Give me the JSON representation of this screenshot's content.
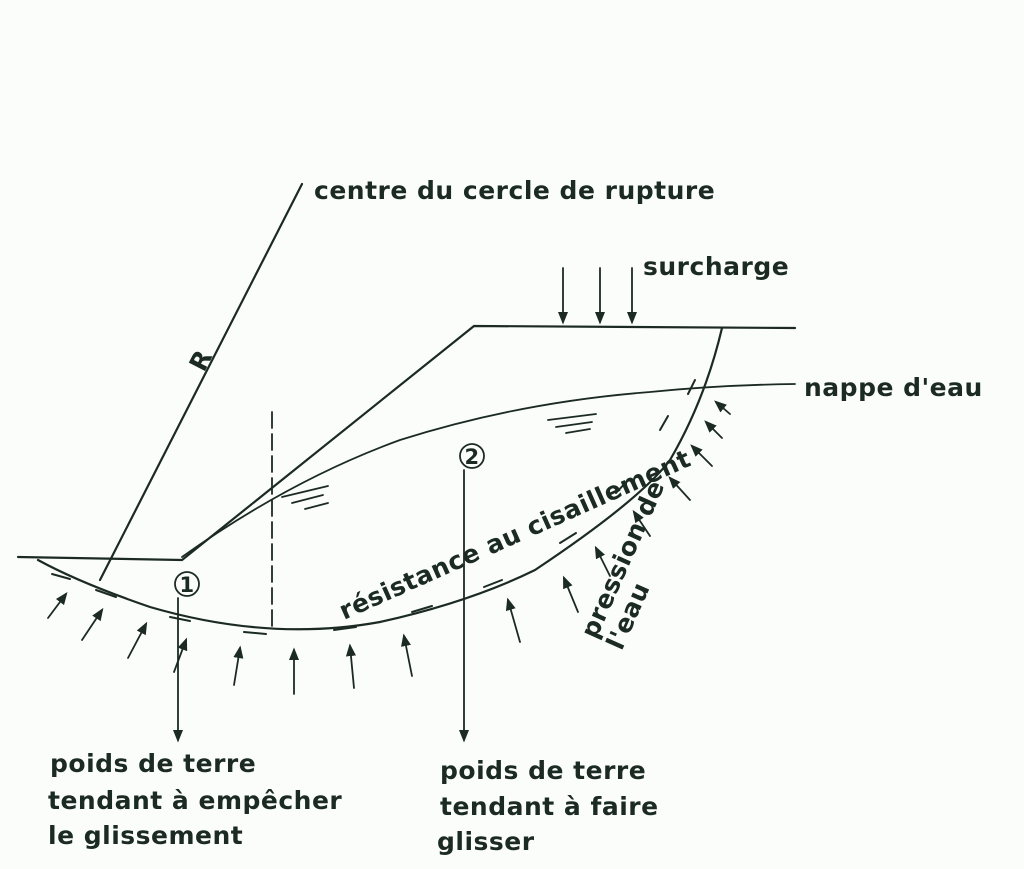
{
  "labels": {
    "center": "centre du cercle de rupture",
    "surcharge": "surcharge",
    "water_table": "nappe d'eau",
    "radius": "R",
    "shear_resistance": "résistance au cisaillement",
    "water_pressure_line1": "pression de",
    "water_pressure_line2": "l'eau",
    "marker_1": "1",
    "marker_2": "2",
    "weight_resist": [
      "poids de terre",
      "tendant à empêcher",
      "le glissement"
    ],
    "weight_slide": [
      "poids de terre",
      "tendant à faire",
      "glisser"
    ]
  }
}
